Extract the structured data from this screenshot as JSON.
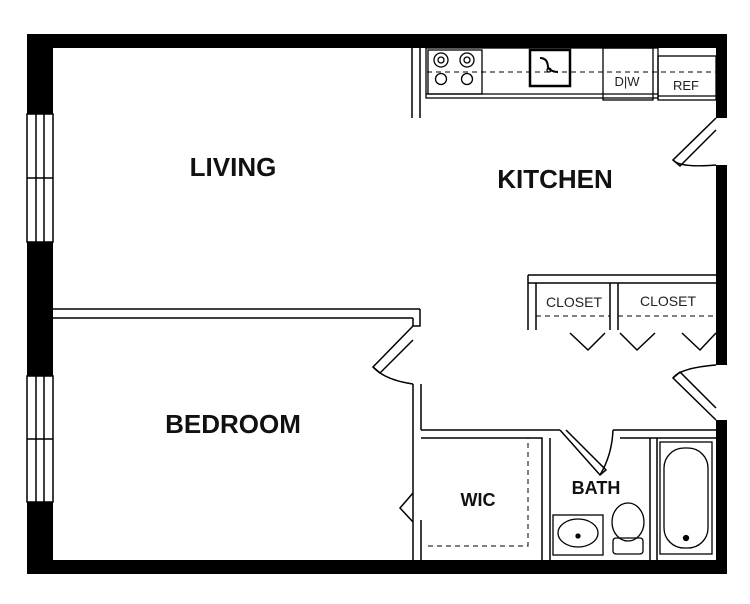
{
  "rooms": {
    "living": "LIVING",
    "kitchen": "KITCHEN",
    "bedroom": "BEDROOM",
    "wic": "WIC",
    "bath": "BATH"
  },
  "fixtures": {
    "closet_1": "CLOSET",
    "closet_2": "CLOSET",
    "dishwasher": "D|W",
    "refrigerator": "REF"
  },
  "colors": {
    "wall": "#000000",
    "line": "#111111",
    "background": "#ffffff"
  }
}
